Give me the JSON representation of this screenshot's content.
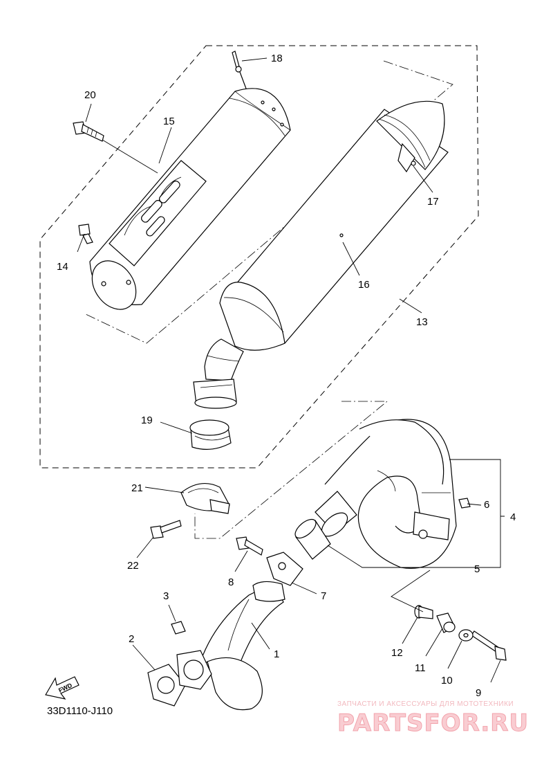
{
  "diagram": {
    "code": "33D1110-J110",
    "fwd_label": "FWD",
    "callouts": [
      "1",
      "2",
      "3",
      "4",
      "5",
      "6",
      "7",
      "8",
      "9",
      "10",
      "11",
      "12",
      "13",
      "14",
      "15",
      "16",
      "17",
      "18",
      "19",
      "20",
      "21",
      "22"
    ]
  },
  "watermark": {
    "caption": "ЗАПЧАСТИ И АКСЕССУАРЫ ДЛЯ МОТОТЕХНИКИ",
    "brand": "PARTSFOR.RU"
  }
}
